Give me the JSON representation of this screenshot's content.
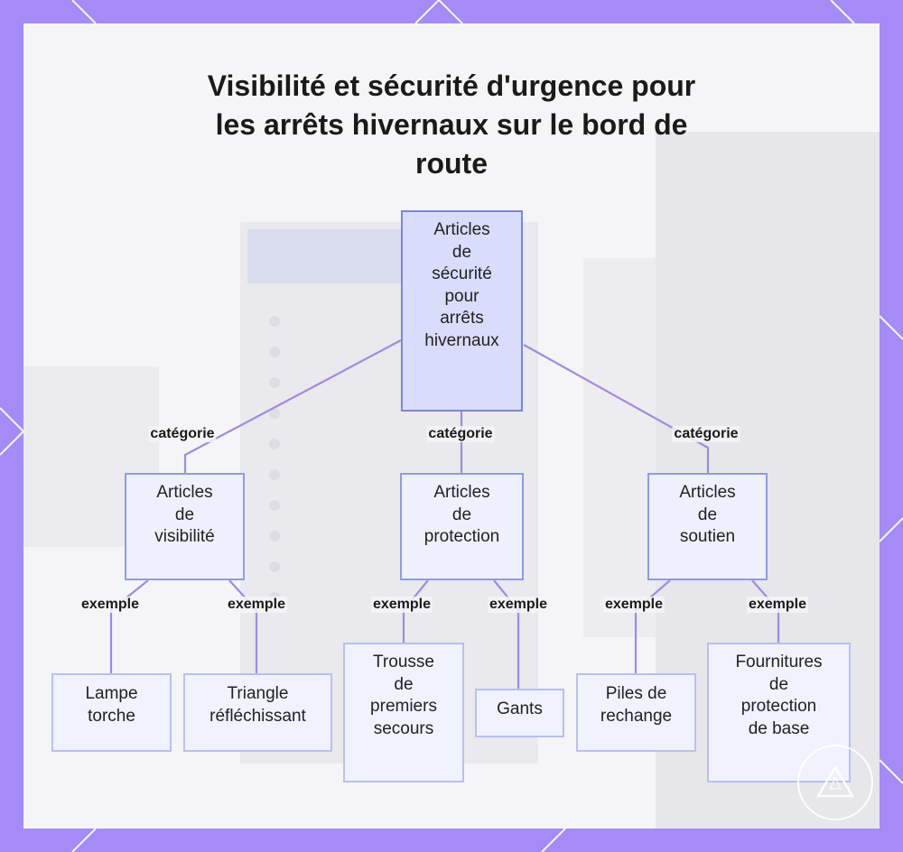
{
  "title": "Visibilité et sécurité d'urgence pour les arrêts hivernaux sur le bord de route",
  "nodes": {
    "root": "Articles\nde\nsécurité\npour\narrêts\nhivernaux",
    "visibility": "Articles\nde\nvisibilité",
    "protection": "Articles\nde\nprotection",
    "support": "Articles\nde\nsoutien",
    "flashlight": "Lampe\ntorche",
    "triangle": "Triangle\nréfléchissant",
    "first_aid": "Trousse\nde\npremiers\nsecours",
    "gloves": "Gants",
    "batteries": "Piles de\nrechange",
    "supplies": "Fournitures\nde\nprotection\nde base"
  },
  "edge_labels": {
    "category": "catégorie",
    "example": "exemple"
  },
  "colors": {
    "frame": "#a48bf5",
    "edge": "#a08be0",
    "node_border": "#8f9ce0",
    "root_fill": "#dadcfb"
  }
}
